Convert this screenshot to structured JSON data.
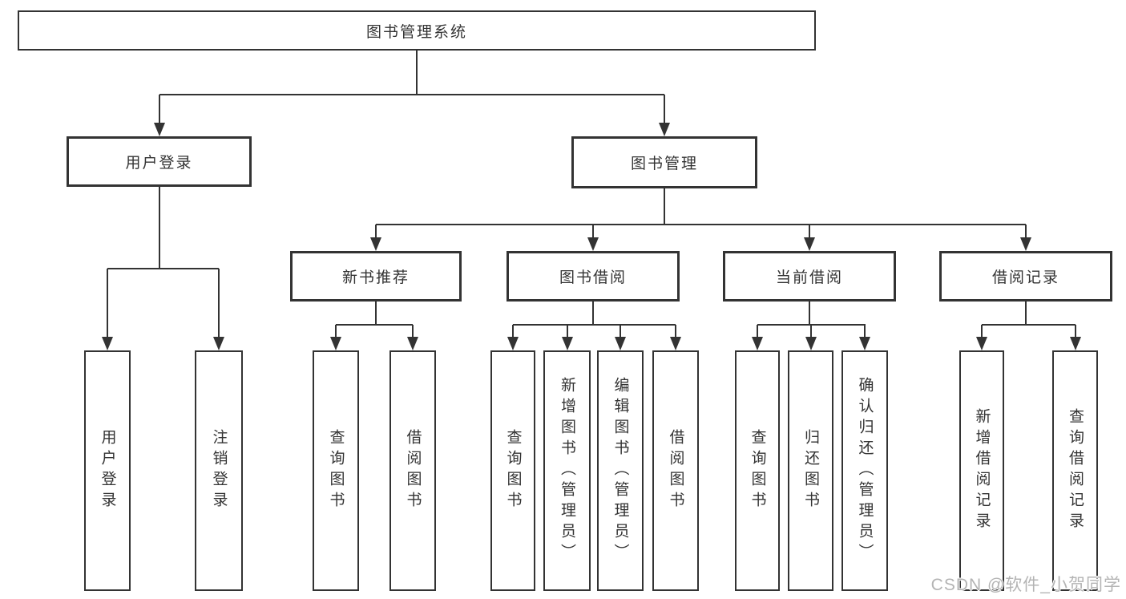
{
  "diagram": {
    "root": "图书管理系统",
    "level2": {
      "user_login": "用户登录",
      "book_management": "图书管理"
    },
    "level3": {
      "new_book_recommend": "新书推荐",
      "book_borrow": "图书借阅",
      "current_borrow": "当前借阅",
      "borrow_record": "借阅记录"
    },
    "leaves": {
      "user_login": "用户登录",
      "logout": "注销登录",
      "nb_query_books": "查询图书",
      "nb_borrow_books": "借阅图书",
      "bb_query_books": "查询图书",
      "bb_add_book_admin": "新增图书（管理员）",
      "bb_edit_book_admin": "编辑图书（管理员）",
      "bb_borrow_books": "借阅图书",
      "cb_query_books": "查询图书",
      "cb_return_book": "归还图书",
      "cb_confirm_return_admin": "确认归还（管理员）",
      "br_add_record": "新增借阅记录",
      "br_query_record": "查询借阅记录"
    }
  },
  "watermark": "CSDN @软件_小贺同学",
  "colors": {
    "line": "#333333",
    "text": "#333333",
    "watermark": "#b4b4b4",
    "background": "#ffffff"
  }
}
